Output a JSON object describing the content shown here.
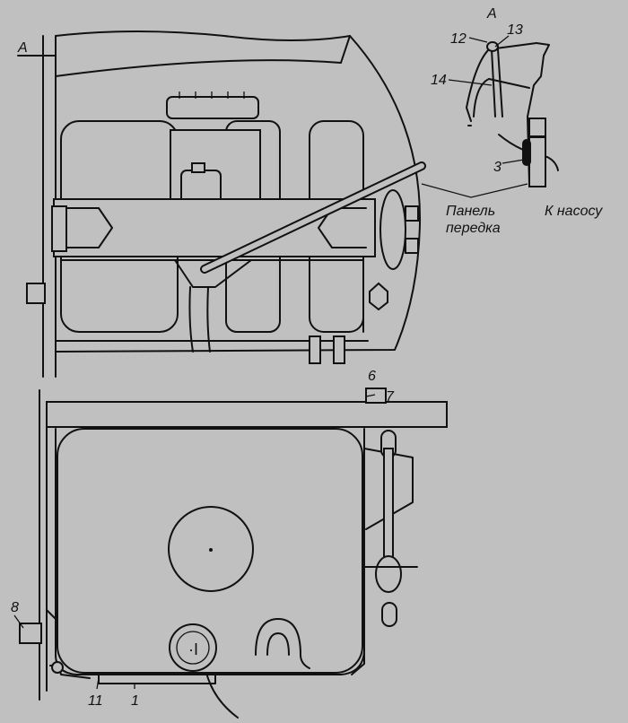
{
  "view_labels": {
    "section_a_left": "A",
    "section_a_detail": "A"
  },
  "callouts": {
    "c12": "12",
    "c13": "13",
    "c14": "14",
    "c3": "3",
    "c6": "6",
    "c7": "7",
    "c8": "8",
    "c11": "11",
    "c1": "1"
  },
  "annotations": {
    "panel_line1": "Панель",
    "panel_line2": "передка",
    "to_pump": "К насосу"
  }
}
